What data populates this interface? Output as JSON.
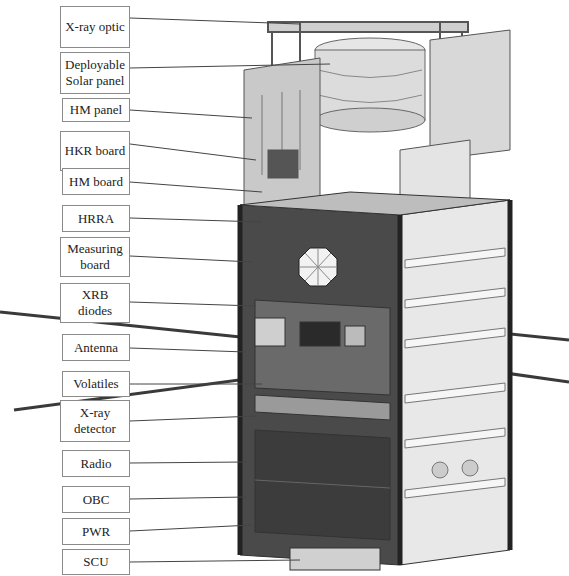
{
  "diagram": {
    "nodes": [
      {
        "text": [
          "X-ray optic"
        ]
      },
      {
        "text": [
          "Deployable Solar panel"
        ]
      },
      {
        "text": [
          "HM panel"
        ]
      },
      {
        "text": [
          "HKR board"
        ]
      },
      {
        "text": [
          "HM board"
        ]
      },
      {
        "text": [
          "HRRA"
        ]
      },
      {
        "text": [
          "Measuring board"
        ]
      },
      {
        "text": [
          "XRB diodes"
        ]
      },
      {
        "text": [
          "Antenna"
        ]
      },
      {
        "text": [
          "Volatiles"
        ]
      },
      {
        "text": [
          "X-ray detector"
        ]
      },
      {
        "text": [
          "Radio"
        ]
      },
      {
        "text": [
          "OBC"
        ]
      },
      {
        "text": [
          "PWR"
        ]
      },
      {
        "text": [
          "SCU"
        ]
      }
    ]
  }
}
